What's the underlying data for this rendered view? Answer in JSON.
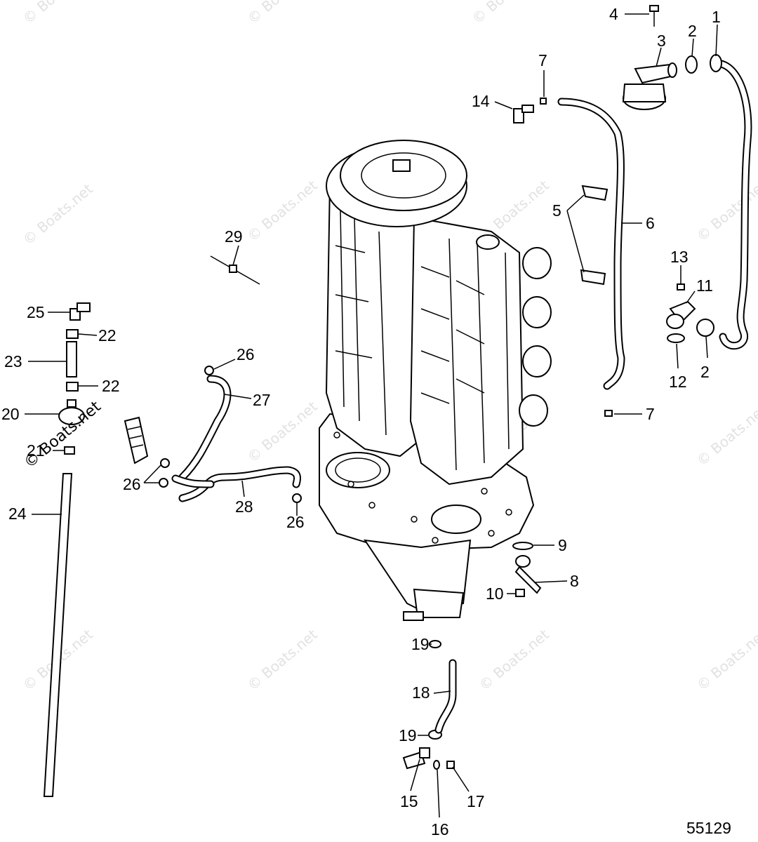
{
  "diagram": {
    "id_label": "55129",
    "watermark": "© Boats.net",
    "callouts": [
      {
        "key": "c1",
        "label": "1"
      },
      {
        "key": "c2a",
        "label": "2"
      },
      {
        "key": "c2b",
        "label": "2"
      },
      {
        "key": "c3",
        "label": "3"
      },
      {
        "key": "c4",
        "label": "4"
      },
      {
        "key": "c5",
        "label": "5"
      },
      {
        "key": "c6",
        "label": "6"
      },
      {
        "key": "c7a",
        "label": "7"
      },
      {
        "key": "c7b",
        "label": "7"
      },
      {
        "key": "c8",
        "label": "8"
      },
      {
        "key": "c9",
        "label": "9"
      },
      {
        "key": "c10",
        "label": "10"
      },
      {
        "key": "c11",
        "label": "11"
      },
      {
        "key": "c12",
        "label": "12"
      },
      {
        "key": "c13",
        "label": "13"
      },
      {
        "key": "c14",
        "label": "14"
      },
      {
        "key": "c15",
        "label": "15"
      },
      {
        "key": "c16",
        "label": "16"
      },
      {
        "key": "c17",
        "label": "17"
      },
      {
        "key": "c18",
        "label": "18"
      },
      {
        "key": "c19a",
        "label": "19"
      },
      {
        "key": "c19b",
        "label": "19"
      },
      {
        "key": "c20",
        "label": "20"
      },
      {
        "key": "c21",
        "label": "21"
      },
      {
        "key": "c22a",
        "label": "22"
      },
      {
        "key": "c22b",
        "label": "22"
      },
      {
        "key": "c23",
        "label": "23"
      },
      {
        "key": "c24",
        "label": "24"
      },
      {
        "key": "c25",
        "label": "25"
      },
      {
        "key": "c26a",
        "label": "26"
      },
      {
        "key": "c26b",
        "label": "26"
      },
      {
        "key": "c26c",
        "label": "26"
      },
      {
        "key": "c27",
        "label": "27"
      },
      {
        "key": "c28",
        "label": "28"
      },
      {
        "key": "c29",
        "label": "29"
      }
    ]
  }
}
